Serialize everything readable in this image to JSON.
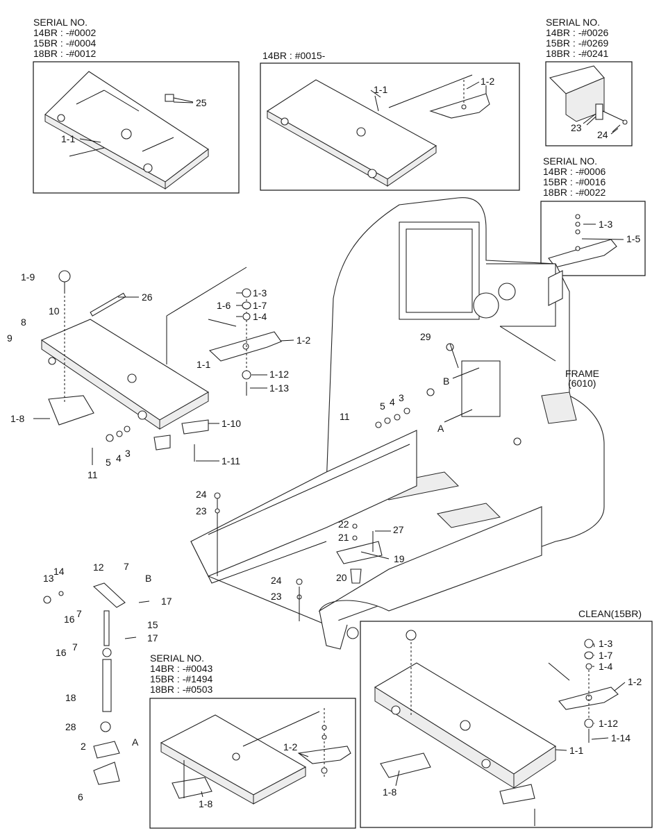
{
  "inset_headers": {
    "top_left": [
      "SERIAL NO.",
      "14BR : -#0002",
      "15BR : -#0004",
      "18BR : -#0012"
    ],
    "top_middle": [
      "14BR : #0015-"
    ],
    "top_right": [
      "SERIAL NO.",
      "14BR : -#0026",
      "15BR : -#0269",
      "18BR : -#0241"
    ],
    "right_middle": [
      "SERIAL NO.",
      "14BR : -#0006",
      "15BR : -#0016",
      "18BR : -#0022"
    ],
    "bottom_middle": [
      "SERIAL NO.",
      "14BR : -#0043",
      "15BR : -#1494",
      "18BR : -#0503"
    ],
    "bottom_right": [
      "CLEAN(15BR)"
    ]
  },
  "frame_label": [
    "FRAME",
    "(6010)"
  ],
  "part_labels": {
    "tl_25": "25",
    "tl_1_1": "1-1",
    "tm_1_1": "1-1",
    "tm_1_2": "1-2",
    "tr_23": "23",
    "tr_24": "24",
    "rm_1_3": "1-3",
    "rm_1_5": "1-5",
    "p_1_9": "1-9",
    "p_26": "26",
    "p_10": "10",
    "p_8": "8",
    "p_9": "9",
    "p_1_3": "1-3",
    "p_1_7": "1-7",
    "p_1_6": "1-6",
    "p_1_4": "1-4",
    "p_1_2": "1-2",
    "p_1_1": "1-1",
    "p_1_12": "1-12",
    "p_1_13": "1-13",
    "p_1_8": "1-8",
    "p_1_10": "1-10",
    "p_1_11": "1-11",
    "p_11a": "11",
    "p_5a": "5",
    "p_4a": "4",
    "p_3a": "3",
    "p_29": "29",
    "p_B1": "B",
    "p_A1": "A",
    "p_3b": "3",
    "p_4b": "4",
    "p_5b": "5",
    "p_11b": "11",
    "p_24a": "24",
    "p_23a": "23",
    "p_22": "22",
    "p_21": "21",
    "p_27": "27",
    "p_19": "19",
    "p_20": "20",
    "p_24b": "24",
    "p_23b": "23",
    "p_13": "13",
    "p_14": "14",
    "p_12": "12",
    "p_7a": "7",
    "p_B2": "B",
    "p_17a": "17",
    "p_16a": "16",
    "p_7b": "7",
    "p_15": "15",
    "p_16b": "16",
    "p_7c": "7",
    "p_17b": "17",
    "p_18": "18",
    "p_28": "28",
    "p_2": "2",
    "p_A2": "A",
    "p_6": "6",
    "bm_1_2": "1-2",
    "bm_1_8": "1-8",
    "br_1_3": "1-3",
    "br_1_7": "1-7",
    "br_1_4": "1-4",
    "br_1_2": "1-2",
    "br_1_12": "1-12",
    "br_1_14": "1-14",
    "br_1_1": "1-1",
    "br_1_8": "1-8"
  }
}
